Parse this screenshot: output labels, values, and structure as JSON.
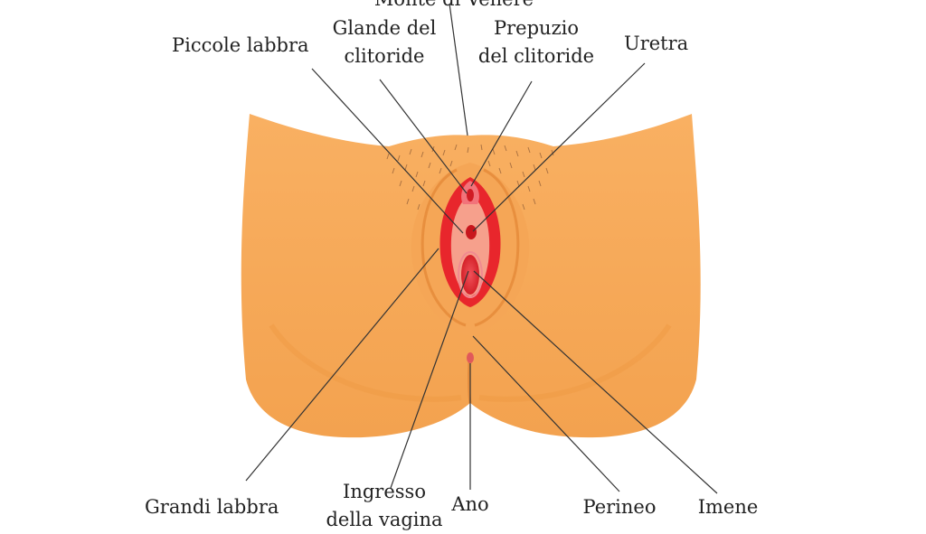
{
  "labels": {
    "monte_di_venere": "Monte di Venere",
    "piccole_labbra": "Piccole labbra",
    "glande_line1": "Glande del",
    "glande_line2": "clitoride",
    "prepuzio_line1": "Prepuzio",
    "prepuzio_line2": "del clitoride",
    "uretra": "Uretra",
    "grandi_labbra": "Grandi labbra",
    "ingresso_line1": "Ingresso",
    "ingresso_line2": "della vagina",
    "ano": "Ano",
    "perineo": "Perineo",
    "imene": "Imene"
  },
  "colors": {
    "skin": "#f7ad5c",
    "skin_shadow": "#e8913f",
    "skin_light": "#fbc383",
    "labia_red": "#e8262c",
    "labia_pink": "#f6a08c",
    "inner_dark": "#b8141a",
    "hair": "#8c5a35",
    "leader_line": "#333333"
  }
}
